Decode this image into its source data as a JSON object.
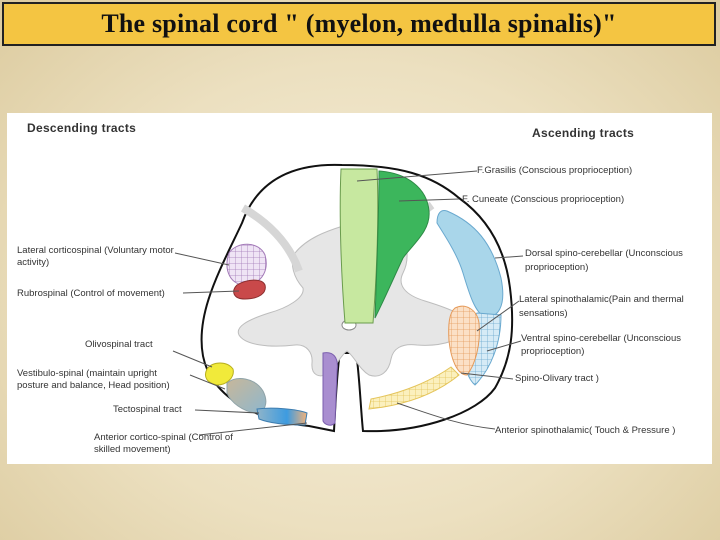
{
  "title": "The spinal cord \" (myelon, medulla spinalis)\"",
  "headers": {
    "descending": "Descending tracts",
    "ascending": "Ascending tracts"
  },
  "left_labels": {
    "lateral_corticospinal_1": "Lateral corticospinal (Voluntary motor",
    "lateral_corticospinal_2": "activity)",
    "rubrospinal": "Rubrospinal (Control of movement)",
    "olivospinal": "Olivospinal tract",
    "vestibulo_1": "Vestibulo-spinal (maintain upright",
    "vestibulo_2": "posture and balance, Head position)",
    "tectospinal": "Tectospinal tract",
    "anterior_cortico_1": "Anterior cortico-spinal (Control of",
    "anterior_cortico_2": "skilled movement)"
  },
  "right_labels": {
    "gracilis": "F.Grasilis (Conscious proprioception)",
    "cuneate": "F. Cuneate (Conscious proprioception)",
    "dorsal_1": "Dorsal spino-cerebellar (Unconscious",
    "dorsal_2": "proprioception)",
    "lat_spinothalamic_1": "Lateral spinothalamic(Pain and thermal",
    "lat_spinothalamic_2": "sensations)",
    "ventral_1": "Ventral spino-cerebellar (Unconscious",
    "ventral_2": "proprioception)",
    "spino_olivary": "Spino-Olivary tract )",
    "anterior_spinothalamic": "Anterior spinothalamic( Touch & Pressure )"
  },
  "colors": {
    "title_bar": "#f4c542",
    "gracilis": "#c7e8a0",
    "cuneate": "#3cb65c",
    "dorsal_spinocerebellar": "#a9d6ea",
    "lateral_corticospinal": "#b58fc7",
    "rubrospinal": "#c9494a",
    "vestibulospinal": "#f1ea3a",
    "anterior_corticospinal": "#a98ed0",
    "lat_spinothalamic": "#f3b98a",
    "spino_olivary": "#f2de92"
  }
}
